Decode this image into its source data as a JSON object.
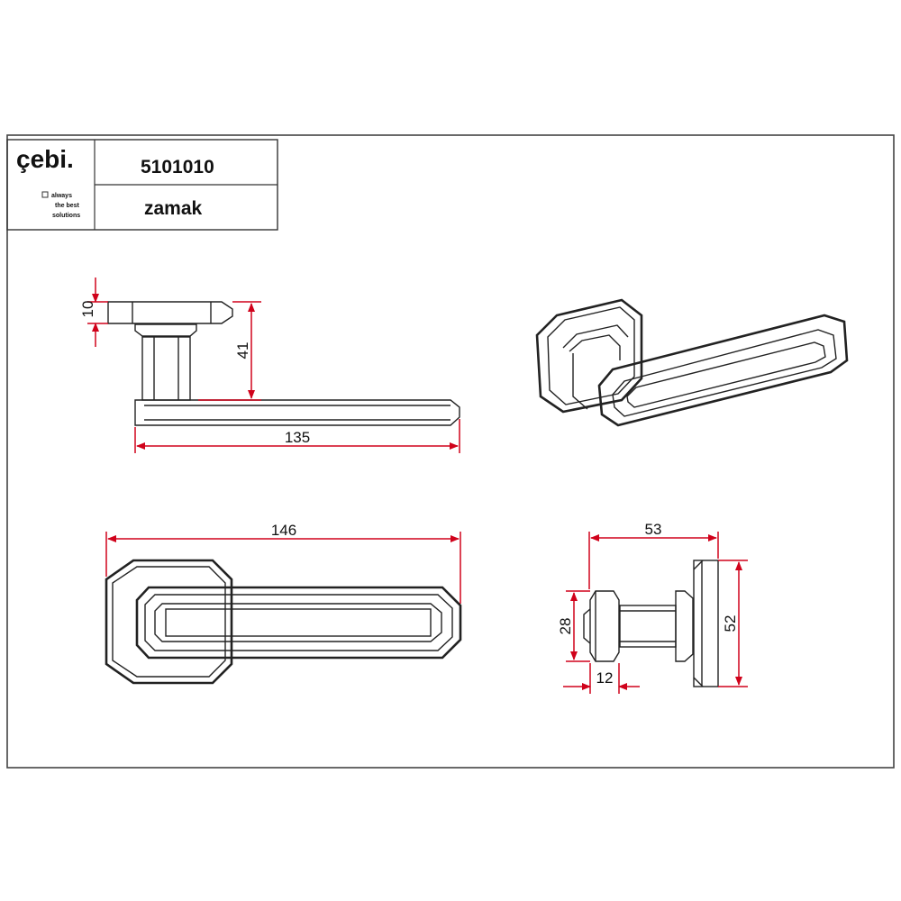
{
  "title_block": {
    "logo": "çebi.",
    "tagline_1": "always",
    "tagline_2": "the best",
    "tagline_3": "solutions",
    "product_code": "5101010",
    "material": "zamak"
  },
  "dimensions": {
    "rose_thickness": "10",
    "lever_height": "41",
    "lever_length": "135",
    "overall_length": "146",
    "projection": "53",
    "neck_diameter": "28",
    "rose_diameter": "52",
    "lever_thickness": "12"
  },
  "colors": {
    "line": "#222222",
    "dimension": "#d0021b"
  }
}
